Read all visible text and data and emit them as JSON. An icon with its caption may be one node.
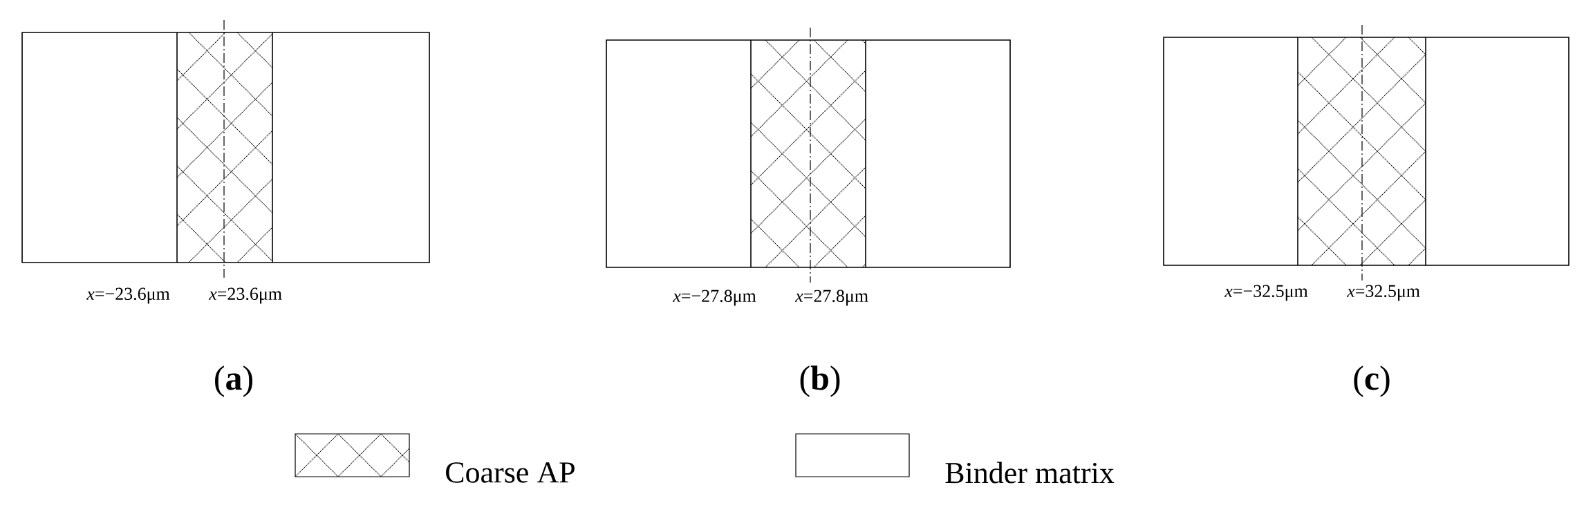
{
  "diagram": {
    "labels": [
      "*x*=−23.6μm",
      "*x*=23.6μm",
      "*x*=−27.8μm",
      "*x*=27.8μm",
      "*x*=−32.5μm",
      "*x*=32.5μm",
      "(**a**)",
      "(**b**)",
      "(**c**)"
    ],
    "legend": [
      {
        "text": "Coarse AP"
      },
      {
        "text": "Binder matrix"
      }
    ]
  }
}
